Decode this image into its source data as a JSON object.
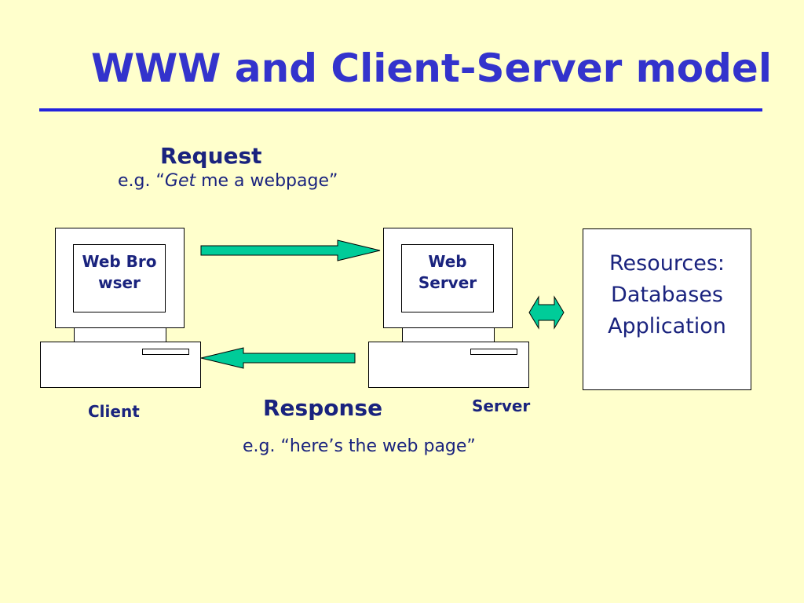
{
  "slide": {
    "title": "WWW and Client-Server model"
  },
  "request": {
    "label": "Request",
    "example_prefix": "e.g. “",
    "example_verb": "Get",
    "example_suffix": " me a webpage”"
  },
  "response": {
    "label": "Response",
    "example": "e.g. “here’s the web page”"
  },
  "client": {
    "screen_label": "Web Browser",
    "caption": "Client"
  },
  "server": {
    "screen_label": "Web Server",
    "caption": "Server"
  },
  "resources": {
    "lines": [
      "Resources:",
      "Databases",
      "Application"
    ]
  },
  "colors": {
    "title": "#3333cc",
    "text": "#1a237e",
    "arrow_fill": "#00cc99",
    "background": "#ffffcc"
  }
}
